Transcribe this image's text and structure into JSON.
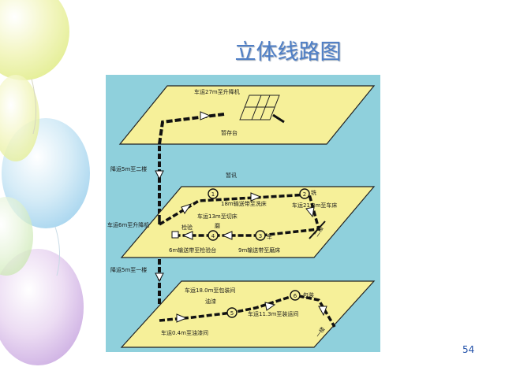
{
  "slide": {
    "title": "立体线路图",
    "page_number": "54"
  },
  "diagram": {
    "top_plane": {
      "label_conveyor": "车运27m至升降机",
      "label_storage": "暂存台"
    },
    "between_top_mid": {
      "label_lift2": "降运5m至二楼",
      "label_note": "暂讯"
    },
    "mid_plane": {
      "label_a": "18m输送带至洗床",
      "label_b": "车运13m至切床",
      "label_c": "车运21.3m至车床",
      "label_lift_mid": "车运6m至升降机",
      "label_inspect": "检验",
      "label_d": "6m输送带至检验台",
      "label_e": "9m输送带至磨床",
      "node_1": "1",
      "node_2": "2",
      "node_3": "3",
      "node_4": "4",
      "node_1_tag": "铣",
      "node_3_tag": "车",
      "node_4_tag": "磨",
      "floor_tag": "二楼"
    },
    "between_mid_bottom": {
      "label_lift1": "降运5m至一楼"
    },
    "bottom_plane": {
      "label_a": "车运18.0m至包装间",
      "label_b": "车运11.3m至装运间",
      "label_c": "车运0.4m至油漆间",
      "label_paint": "油漆",
      "label_pack": "包装",
      "node_5": "5",
      "node_6": "6",
      "floor_tag": "一楼"
    }
  }
}
